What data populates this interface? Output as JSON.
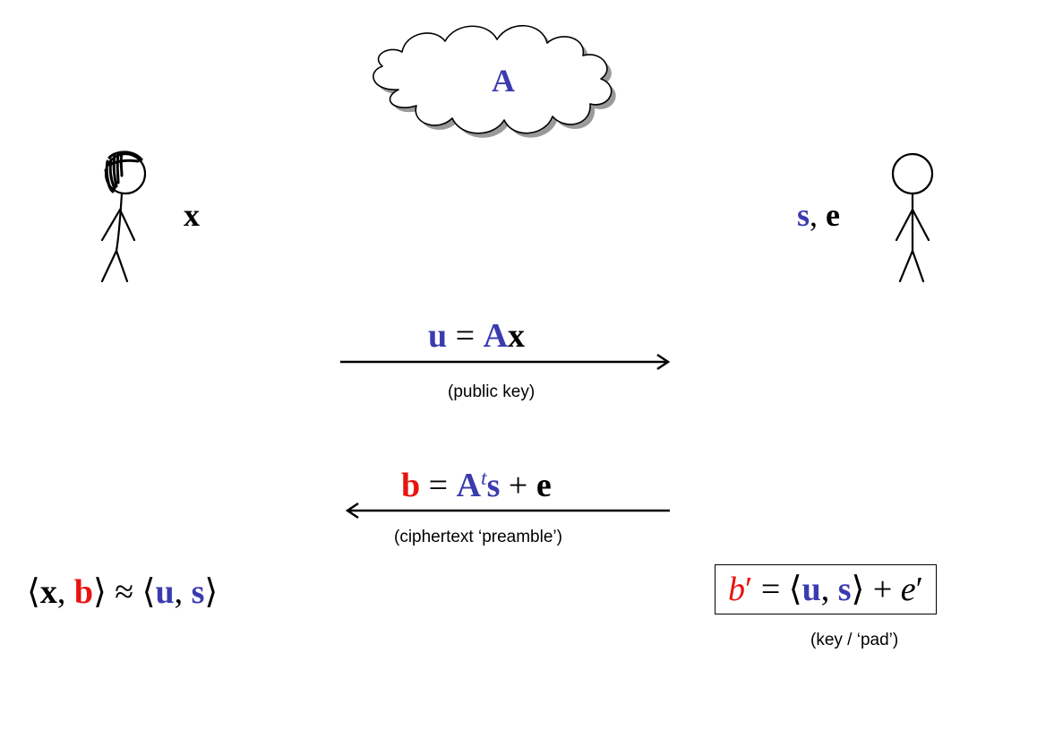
{
  "colors": {
    "public": "#3b3bb0",
    "secret_red": "#e8140f",
    "text": "#000000"
  },
  "icons": {
    "cloud": "cloud-icon",
    "alice": "stick-figure-with-hair-icon",
    "bob": "stick-figure-icon",
    "arrow_right": "arrow-right-icon",
    "arrow_left": "arrow-left-icon"
  },
  "cloud": {
    "label": "A"
  },
  "alice": {
    "secret": "x"
  },
  "bob": {
    "secret_s": "s",
    "sep": ", ",
    "secret_e": "e"
  },
  "message1": {
    "lhs": "u",
    "eq": " = ",
    "A": "A",
    "x": "x",
    "caption": "(public key)"
  },
  "message2": {
    "lhs": "b",
    "eq": " = ",
    "A": "A",
    "transpose": "t",
    "s": "s",
    "plus": " + ",
    "e": "e",
    "caption": "(ciphertext ‘preamble’)"
  },
  "alice_result": {
    "open": "⟨",
    "x": "x",
    "comma1": ", ",
    "b": "b",
    "close1": "⟩",
    "approx": " ≈ ",
    "open2": "⟨",
    "u": "u",
    "comma2": ", ",
    "s": "s",
    "close2": "⟩"
  },
  "bob_result": {
    "b": "b",
    "prime1": "′",
    "eq": " = ",
    "open": "⟨",
    "u": "u",
    "comma": ", ",
    "s": "s",
    "close": "⟩",
    "plus": " + ",
    "e": "e",
    "prime2": "′",
    "caption": "(key / ‘pad’)"
  }
}
